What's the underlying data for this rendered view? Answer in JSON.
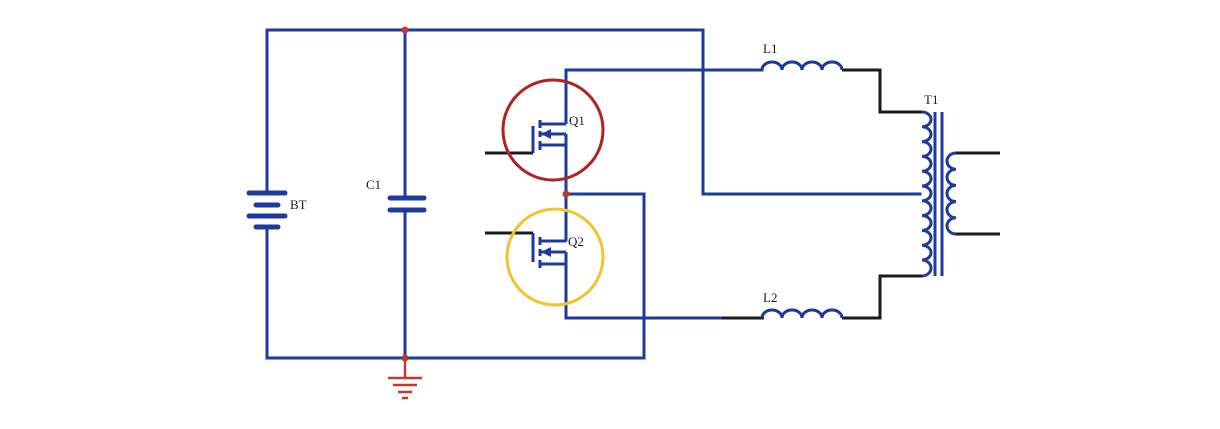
{
  "labels": {
    "battery": "BT",
    "capacitor": "C1",
    "mosfet_high": "Q1",
    "mosfet_low": "Q2",
    "inductor_top": "L1",
    "inductor_bottom": "L2",
    "transformer": "T1"
  },
  "colors": {
    "wire": "#1f3a9e",
    "lead": "#1c1c1c",
    "junction": "#c0392b",
    "ground": "#c0392b",
    "highlight_q1": "#b22222",
    "highlight_q2": "#f2c230"
  }
}
